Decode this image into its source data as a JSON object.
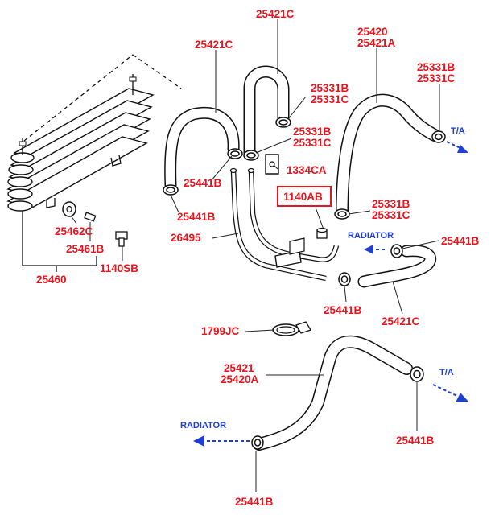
{
  "labels": {
    "l_25421C_top": "25421C",
    "l_25421C_left": "25421C",
    "l_25420": "25420",
    "l_25421A": "25421A",
    "l_25331B_tr": "25331B",
    "l_25331C_tr": "25331C",
    "l_25331B_m1": "25331B",
    "l_25331C_m1": "25331C",
    "l_25331B_m2": "25331B",
    "l_25331C_m2": "25331C",
    "l_1334CA": "1334CA",
    "l_25441B_a": "25441B",
    "l_25441B_b": "25441B",
    "l_1140AB": "1140AB",
    "l_25331B_m3": "25331B",
    "l_25331C_m3": "25331C",
    "l_25462C": "25462C",
    "l_25461B": "25461B",
    "l_1140SB": "1140SB",
    "l_25460": "25460",
    "l_26495": "26495",
    "l_25441B_r": "25441B",
    "l_25441B_c": "25441B",
    "l_25421C_mid": "25421C",
    "l_1799JC": "1799JC",
    "l_25421": "25421",
    "l_25420A": "25420A",
    "l_25441B_br": "25441B",
    "l_25441B_bot": "25441B"
  },
  "directions": {
    "ta_top": "T/A",
    "radiator_mid": "RADIATOR",
    "ta_bottom": "T/A",
    "radiator_bottom": "RADIATOR"
  },
  "colors": {
    "part_number": "#e8141e",
    "direction": "#1f3fd0",
    "highlight_box": "#e8141e"
  },
  "highlighted_part": "1140AB"
}
